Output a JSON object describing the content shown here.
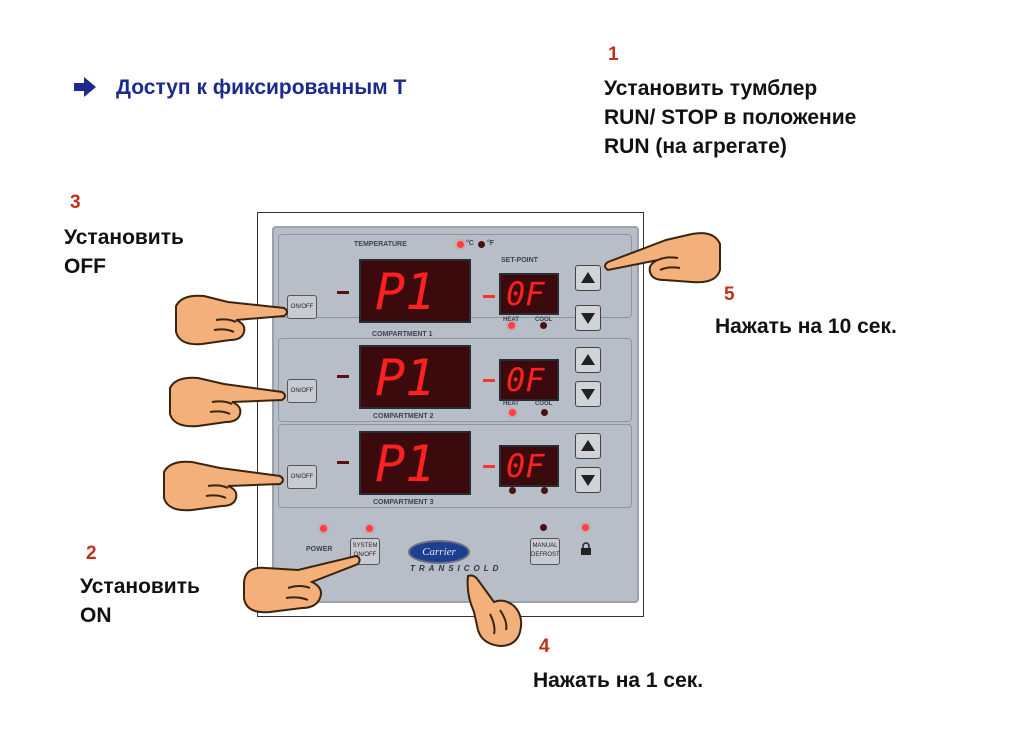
{
  "title": "Доступ к фиксированным Т",
  "steps": {
    "s1": {
      "num": "1",
      "lines": [
        "Установить тумблер",
        "RUN/ STOP в положение",
        "RUN (на агрегате)"
      ]
    },
    "s2": {
      "num": "2",
      "lines": [
        "Установить",
        "ON"
      ]
    },
    "s3": {
      "num": "3",
      "lines": [
        "Установить",
        "OFF"
      ]
    },
    "s4": {
      "num": "4",
      "lines": [
        "Нажать на 1 сек."
      ]
    },
    "s5": {
      "num": "5",
      "lines": [
        "Нажать на 10 сек."
      ]
    }
  },
  "panel": {
    "temperature_label": "TEMPERATURE",
    "unit_c": "°C",
    "unit_f": "°F",
    "setpoint_label": "SET-POINT",
    "heat_label": "HEAT",
    "cool_label": "COOL",
    "onoff_label": "ON/OFF",
    "compartments": [
      {
        "label": "COMPARTMENT 1",
        "display": "P1",
        "setpoint": "0F"
      },
      {
        "label": "COMPARTMENT 2",
        "display": "P1",
        "setpoint": "0F"
      },
      {
        "label": "COMPARTMENT 3",
        "display": "P1",
        "setpoint": "0F"
      }
    ],
    "power_label": "POWER",
    "system_onoff_label": "SYSTEM ON/OFF",
    "brand_logo": "Carrier",
    "brand_sub": "TRANSICOLD",
    "manual_defrost_label": "MANUAL DEFROST",
    "lock_icon": "lock-icon"
  },
  "colors": {
    "title": "#1b2a8c",
    "step_number": "#c0301c",
    "led_on": "#ff4040",
    "display_digits": "#ff2020"
  }
}
